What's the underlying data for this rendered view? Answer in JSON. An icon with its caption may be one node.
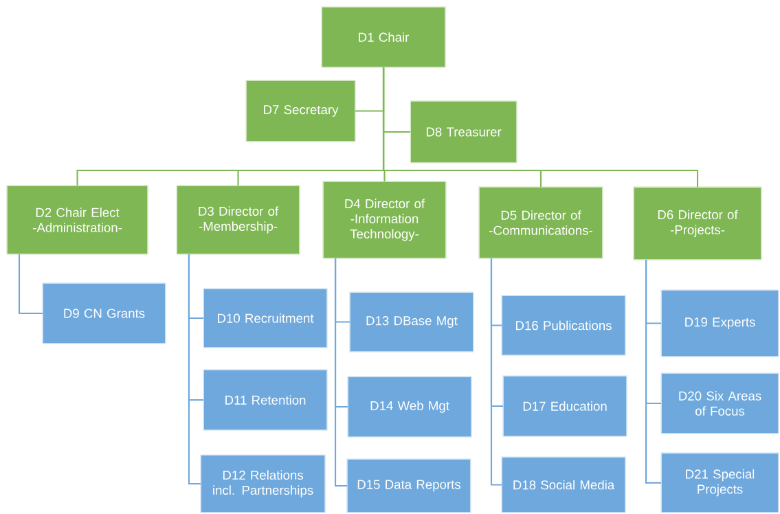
{
  "diagram": {
    "nodes": [
      {
        "text": [
          "D1 Chair"
        ]
      },
      {
        "text": [
          "D7 Secretary"
        ]
      },
      {
        "text": [
          "D8 Treasurer"
        ]
      },
      {
        "text": [
          "D2 Chair Elect",
          "-Administration-"
        ]
      },
      {
        "text": [
          "D3 Director of",
          "-Membership-"
        ]
      },
      {
        "text": [
          "D4 Director of",
          "-Information Technology-"
        ]
      },
      {
        "text": [
          "D5 Director of",
          "-Communications-"
        ]
      },
      {
        "text": [
          "D6 Director of",
          "-Projects-"
        ]
      },
      {
        "text": [
          "D9 CN Grants"
        ]
      },
      {
        "text": [
          "D10 Recruitment"
        ]
      },
      {
        "text": [
          "D11 Retention"
        ]
      },
      {
        "text": [
          "D12 Relations incl. Partnerships"
        ]
      },
      {
        "text": [
          "D13 DBase Mgt"
        ]
      },
      {
        "text": [
          "D14 Web Mgt"
        ]
      },
      {
        "text": [
          "D15 Data Reports"
        ]
      },
      {
        "text": [
          "D16 Publications"
        ]
      },
      {
        "text": [
          "D17 Education"
        ]
      },
      {
        "text": [
          "D18 Social Media"
        ]
      },
      {
        "text": [
          "D19 Experts"
        ]
      },
      {
        "text": [
          "D20 Six Areas of Focus"
        ]
      },
      {
        "text": [
          "D21 Special Projects"
        ]
      }
    ],
    "edges": [
      {
        "from": 0,
        "to": 1,
        "arrow": "none",
        "color": "#7fb755"
      },
      {
        "from": 0,
        "to": 2,
        "arrow": "none",
        "color": "#7fb755"
      },
      {
        "from": 0,
        "to": 3,
        "arrow": "none",
        "color": "#7fb755"
      },
      {
        "from": 0,
        "to": 4,
        "arrow": "none",
        "color": "#7fb755"
      },
      {
        "from": 0,
        "to": 5,
        "arrow": "none",
        "color": "#7fb755"
      },
      {
        "from": 0,
        "to": 6,
        "arrow": "none",
        "color": "#7fb755"
      },
      {
        "from": 0,
        "to": 7,
        "arrow": "none",
        "color": "#7fb755"
      },
      {
        "from": 3,
        "to": 8,
        "arrow": "none"
      },
      {
        "from": 4,
        "to": 9,
        "arrow": "none"
      },
      {
        "from": 4,
        "to": 10,
        "arrow": "none"
      },
      {
        "from": 4,
        "to": 11,
        "arrow": "none"
      },
      {
        "from": 5,
        "to": 12,
        "arrow": "none"
      },
      {
        "from": 5,
        "to": 13,
        "arrow": "none"
      },
      {
        "from": 5,
        "to": 14,
        "arrow": "none"
      },
      {
        "from": 6,
        "to": 15,
        "arrow": "none"
      },
      {
        "from": 6,
        "to": 16,
        "arrow": "none"
      },
      {
        "from": 6,
        "to": 17,
        "arrow": "none"
      },
      {
        "from": 7,
        "to": 18,
        "arrow": "none"
      },
      {
        "from": 7,
        "to": 19,
        "arrow": "none"
      },
      {
        "from": 7,
        "to": 20,
        "arrow": "none"
      }
    ]
  }
}
